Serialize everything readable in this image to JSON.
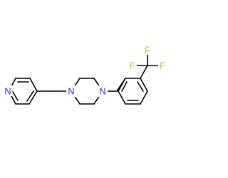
{
  "molecule": {
    "atoms": [
      {
        "id": "pyridine-nitrogen",
        "symbol": "N",
        "color": "#2f2fd8"
      },
      {
        "id": "piperazine-nitrogen-left",
        "symbol": "N",
        "color": "#2f2fd8"
      },
      {
        "id": "piperazine-nitrogen-right",
        "symbol": "N",
        "color": "#2f2fd8"
      },
      {
        "id": "fluorine-left",
        "symbol": "F",
        "color": "#9acd32"
      },
      {
        "id": "fluorine-top",
        "symbol": "F",
        "color": "#9acd32"
      },
      {
        "id": "fluorine-right",
        "symbol": "F",
        "color": "#9acd32"
      }
    ],
    "bond_color": "#000000"
  }
}
